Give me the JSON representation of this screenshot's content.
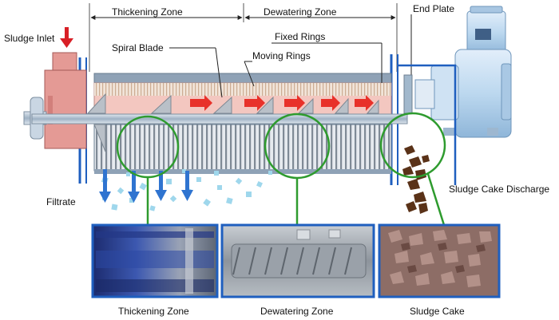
{
  "labels": {
    "thickening_zone": "Thickening Zone",
    "dewatering_zone": "Dewatering Zone",
    "end_plate": "End Plate",
    "sludge_inlet": "Sludge Inlet",
    "spiral_blade": "Spiral Blade",
    "fixed_rings": "Fixed Rings",
    "moving_rings": "Moving Rings",
    "filtrate": "Filtrate",
    "sludge_cake_discharge": "Sludge Cake Discharge"
  },
  "captions": {
    "thickening_zone": "Thickening Zone",
    "dewatering_zone": "Dewatering Zone",
    "sludge_cake": "Sludge Cake"
  },
  "colors": {
    "frame_blue": "#1f5fbf",
    "inlet_pink": "#e49a95",
    "cylinder_pink": "#f3c7c0",
    "spiral_gray": "#b9c0c8",
    "flow_arrow_red": "#e8312a",
    "callout_green": "#2e9b2e",
    "filtrate_blue": "#2f74d0",
    "droplet_cyan": "#9fd7ec",
    "motor_blue": "#bcd8ef",
    "cake_brown": "#5a3218",
    "inlet_arrow": "#d81f26"
  }
}
